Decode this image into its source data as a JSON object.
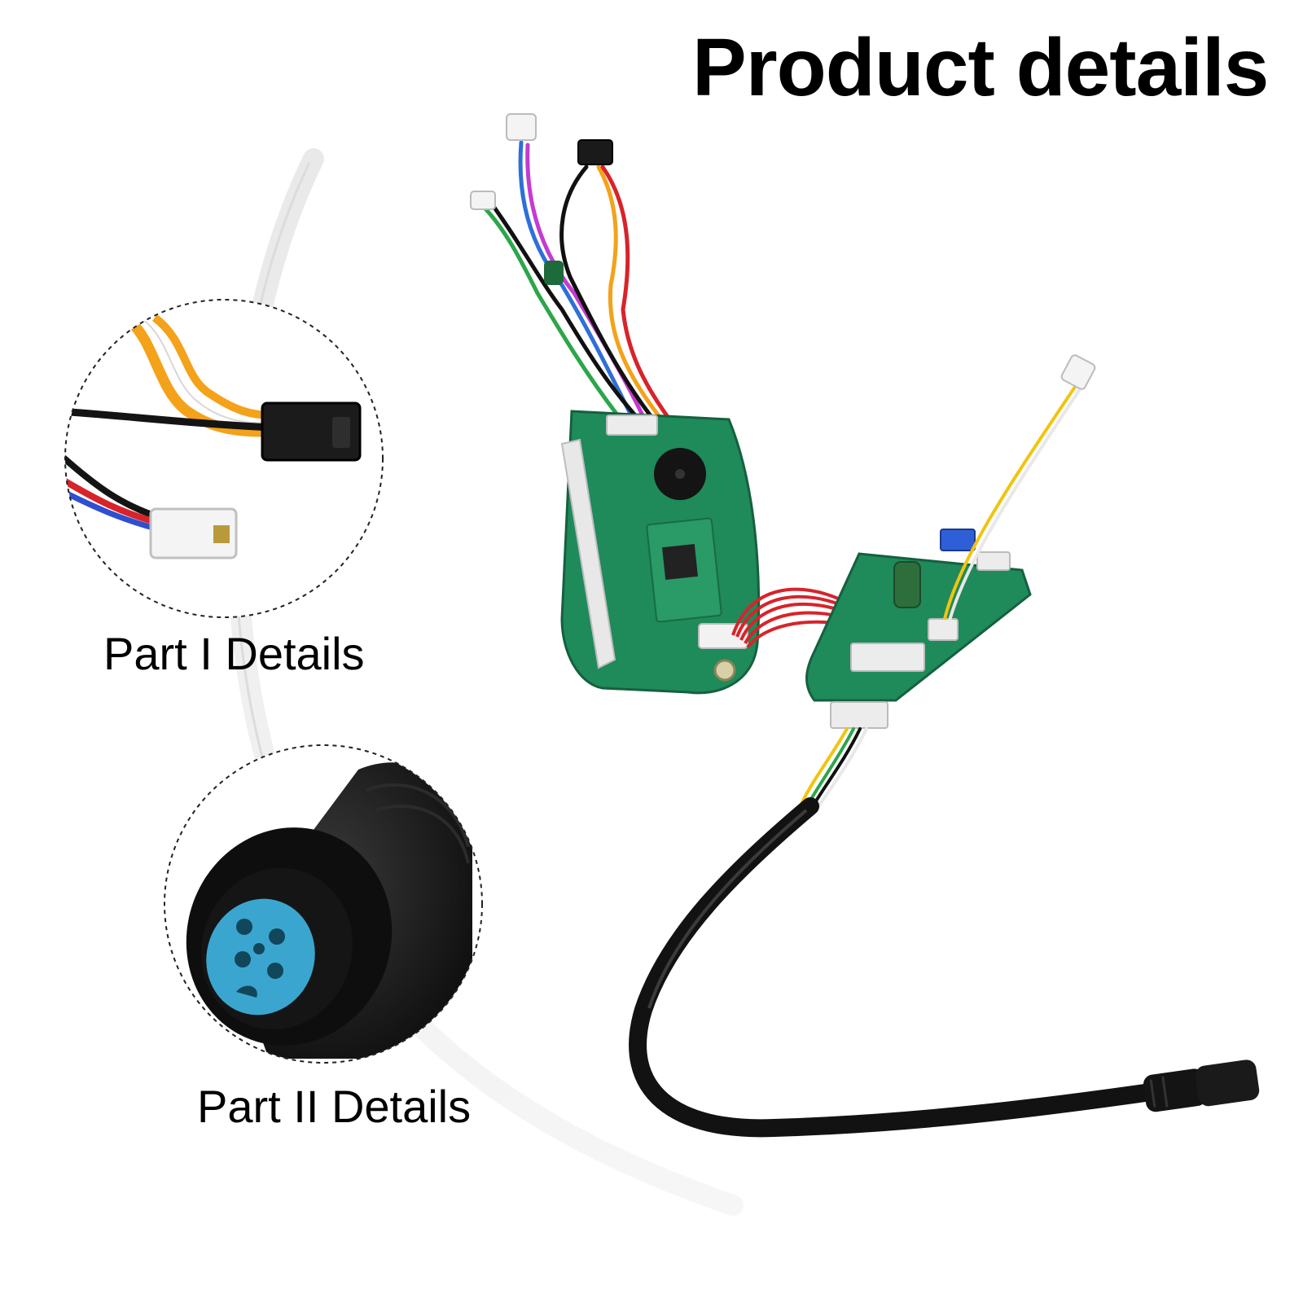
{
  "header": {
    "title": "Product details"
  },
  "callouts": [
    {
      "label": "Part I Details"
    },
    {
      "label": "Part II Details"
    }
  ],
  "colors": {
    "background": "#ffffff",
    "pcb_green": "#1f8a5a",
    "ribbon_red": "#d8232a",
    "cable_black": "#121212",
    "pin_blue": "#3aa6cf"
  }
}
